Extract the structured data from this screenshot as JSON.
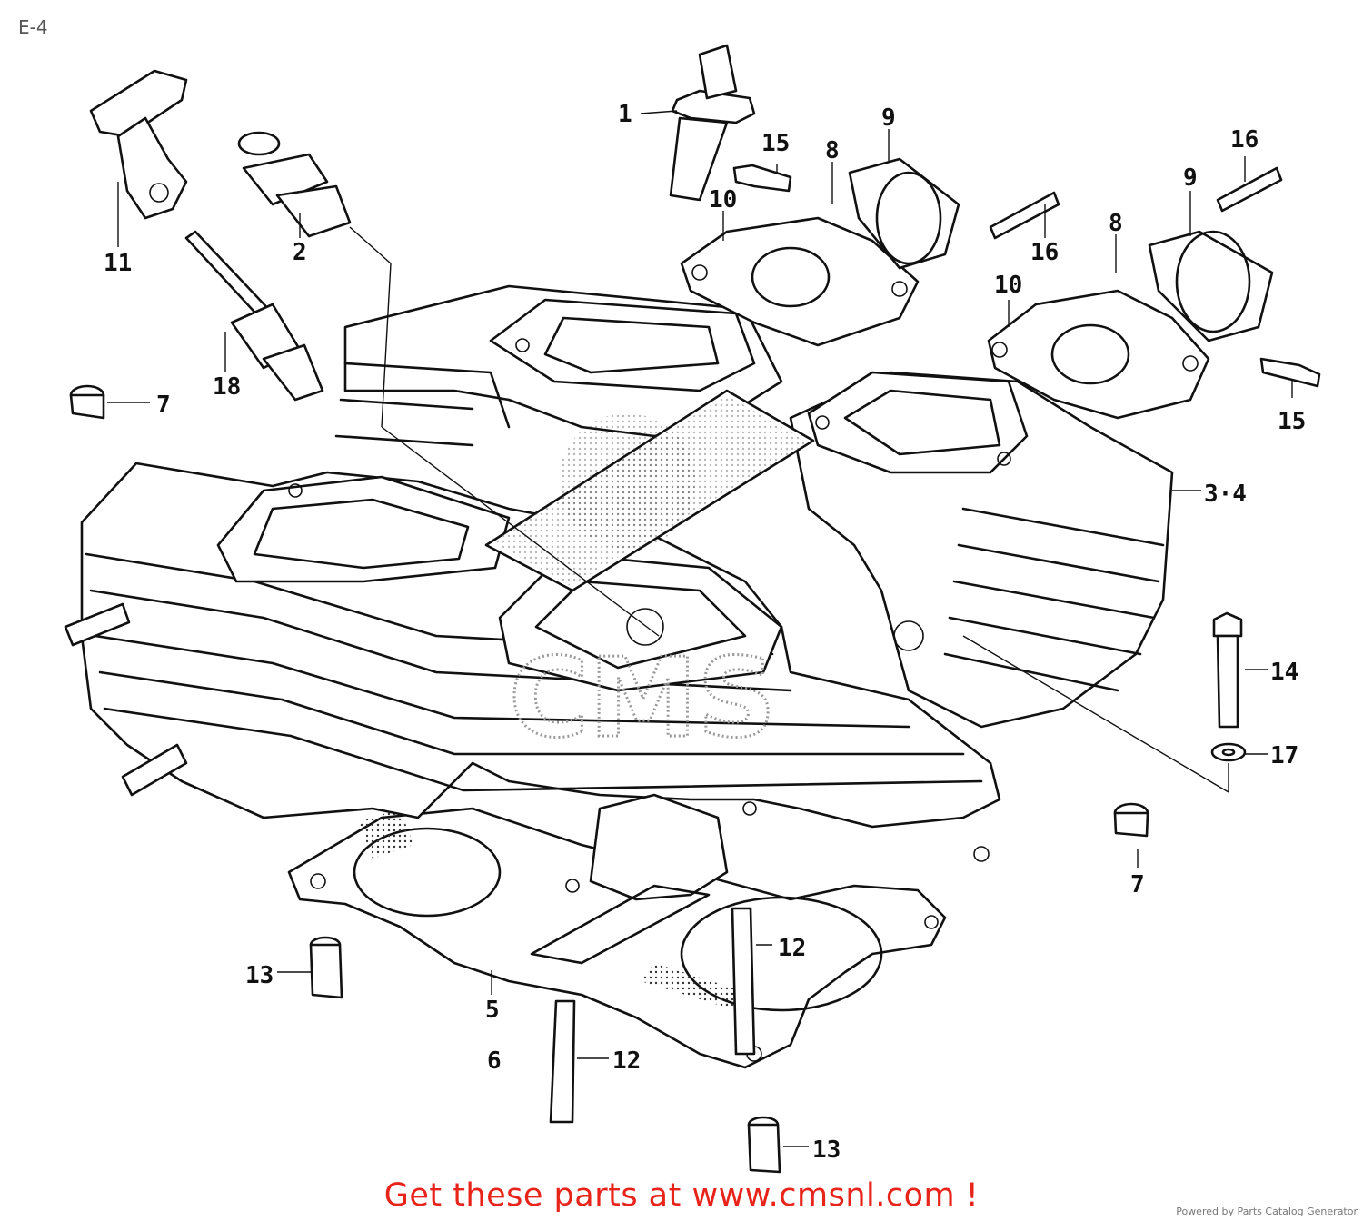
{
  "page": {
    "title": "E-4",
    "cta": "Get these parts at www.cmsnl.com !",
    "powered_by": "Powered by Parts Catalog Generator"
  },
  "watermark": {
    "text": "CMS"
  },
  "callouts": [
    {
      "id": "c1",
      "label": "1"
    },
    {
      "id": "c2",
      "label": "2"
    },
    {
      "id": "c34",
      "label": "3·4"
    },
    {
      "id": "c56a",
      "label": "5"
    },
    {
      "id": "c56b",
      "label": "6"
    },
    {
      "id": "c7a",
      "label": "7"
    },
    {
      "id": "c7b",
      "label": "7"
    },
    {
      "id": "c8a",
      "label": "8"
    },
    {
      "id": "c8b",
      "label": "8"
    },
    {
      "id": "c9a",
      "label": "9"
    },
    {
      "id": "c9b",
      "label": "9"
    },
    {
      "id": "c10a",
      "label": "10"
    },
    {
      "id": "c10b",
      "label": "10"
    },
    {
      "id": "c11",
      "label": "11"
    },
    {
      "id": "c12a",
      "label": "12"
    },
    {
      "id": "c12b",
      "label": "12"
    },
    {
      "id": "c13a",
      "label": "13"
    },
    {
      "id": "c13b",
      "label": "13"
    },
    {
      "id": "c14",
      "label": "14"
    },
    {
      "id": "c15a",
      "label": "15"
    },
    {
      "id": "c15b",
      "label": "15"
    },
    {
      "id": "c16a",
      "label": "16"
    },
    {
      "id": "c16b",
      "label": "16"
    },
    {
      "id": "c17",
      "label": "17"
    },
    {
      "id": "c18",
      "label": "18"
    }
  ]
}
